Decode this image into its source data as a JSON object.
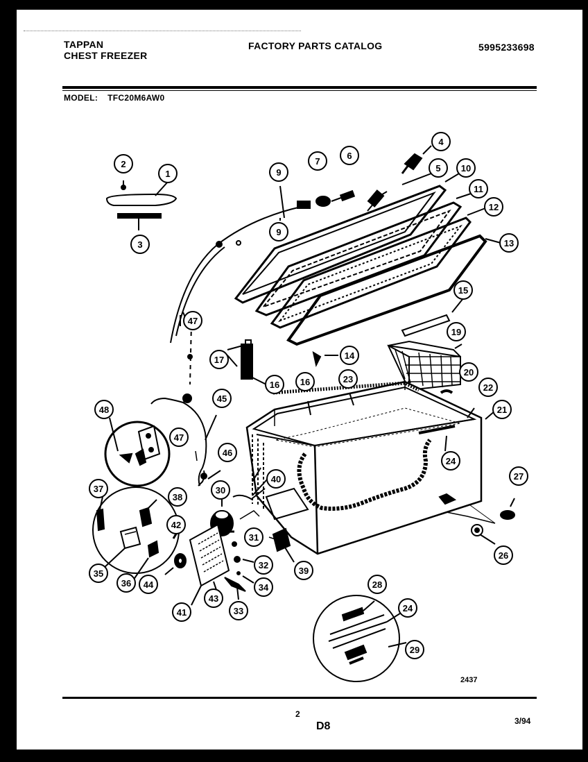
{
  "header": {
    "brand": "TAPPAN",
    "product": "CHEST FREEZER",
    "catalog_title": "FACTORY PARTS CATALOG",
    "catalog_number": "5995233698",
    "model_label": "MODEL:",
    "model_number": "TFC20M6AW0"
  },
  "diagram": {
    "code": "2437",
    "callouts": [
      {
        "id": "c1",
        "label": "1"
      },
      {
        "id": "c2",
        "label": "2"
      },
      {
        "id": "c3",
        "label": "3"
      },
      {
        "id": "c4",
        "label": "4"
      },
      {
        "id": "c5",
        "label": "5"
      },
      {
        "id": "c6",
        "label": "6"
      },
      {
        "id": "c7",
        "label": "7"
      },
      {
        "id": "c9a",
        "label": "9"
      },
      {
        "id": "c9b",
        "label": "9"
      },
      {
        "id": "c10",
        "label": "10"
      },
      {
        "id": "c11",
        "label": "11"
      },
      {
        "id": "c12",
        "label": "12"
      },
      {
        "id": "c13",
        "label": "13"
      },
      {
        "id": "c14",
        "label": "14"
      },
      {
        "id": "c15",
        "label": "15"
      },
      {
        "id": "c16a",
        "label": "16"
      },
      {
        "id": "c16b",
        "label": "16"
      },
      {
        "id": "c17",
        "label": "17"
      },
      {
        "id": "c19",
        "label": "19"
      },
      {
        "id": "c20",
        "label": "20"
      },
      {
        "id": "c21",
        "label": "21"
      },
      {
        "id": "c22",
        "label": "22"
      },
      {
        "id": "c23",
        "label": "23"
      },
      {
        "id": "c24a",
        "label": "24"
      },
      {
        "id": "c24b",
        "label": "24"
      },
      {
        "id": "c26",
        "label": "26"
      },
      {
        "id": "c27",
        "label": "27"
      },
      {
        "id": "c28",
        "label": "28"
      },
      {
        "id": "c29",
        "label": "29"
      },
      {
        "id": "c30",
        "label": "30"
      },
      {
        "id": "c31",
        "label": "31"
      },
      {
        "id": "c32",
        "label": "32"
      },
      {
        "id": "c33",
        "label": "33"
      },
      {
        "id": "c34",
        "label": "34"
      },
      {
        "id": "c35",
        "label": "35"
      },
      {
        "id": "c36",
        "label": "36"
      },
      {
        "id": "c37",
        "label": "37"
      },
      {
        "id": "c38",
        "label": "38"
      },
      {
        "id": "c39",
        "label": "39"
      },
      {
        "id": "c40",
        "label": "40"
      },
      {
        "id": "c41",
        "label": "41"
      },
      {
        "id": "c42",
        "label": "42"
      },
      {
        "id": "c43",
        "label": "43"
      },
      {
        "id": "c44",
        "label": "44"
      },
      {
        "id": "c45",
        "label": "45"
      },
      {
        "id": "c46",
        "label": "46"
      },
      {
        "id": "c47a",
        "label": "47"
      },
      {
        "id": "c47b",
        "label": "47"
      },
      {
        "id": "c48",
        "label": "48"
      }
    ]
  },
  "footer": {
    "page": "2",
    "section": "D8",
    "date": "3/94"
  }
}
